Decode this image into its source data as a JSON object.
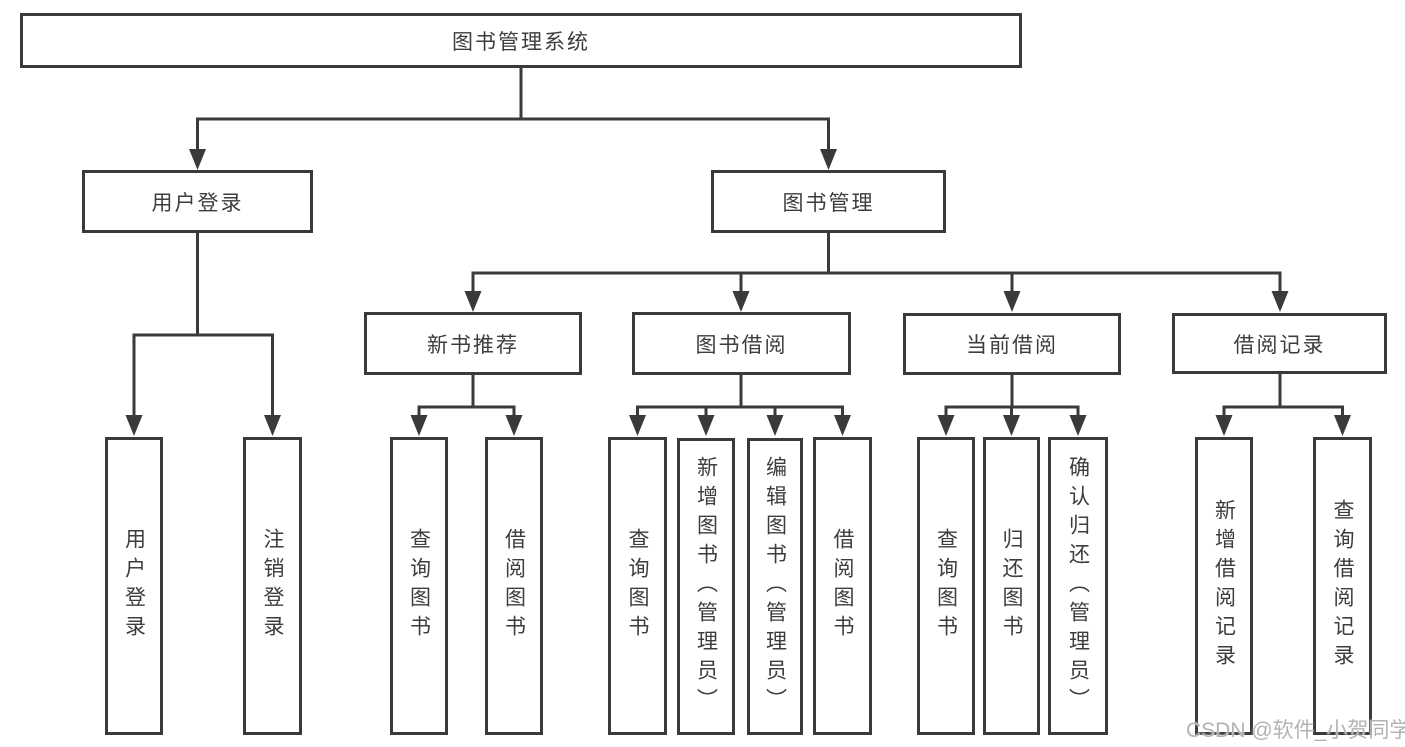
{
  "diagram_type": "tree",
  "colors": {
    "line": "#3a3a3a",
    "box_border": "#3a3a3a",
    "text": "#3d3d3d",
    "background": "#ffffff",
    "watermark": "#b3b3b3"
  },
  "tree": {
    "label": "图书管理系统",
    "children": [
      {
        "label": "用户登录",
        "children": [
          {
            "label": "用户登录"
          },
          {
            "label": "注销登录"
          }
        ]
      },
      {
        "label": "图书管理",
        "children": [
          {
            "label": "新书推荐",
            "children": [
              {
                "label": "查询图书"
              },
              {
                "label": "借阅图书"
              }
            ]
          },
          {
            "label": "图书借阅",
            "children": [
              {
                "label": "查询图书"
              },
              {
                "label": "新增图书（管理员）"
              },
              {
                "label": "编辑图书（管理员）"
              },
              {
                "label": "借阅图书"
              }
            ]
          },
          {
            "label": "当前借阅",
            "children": [
              {
                "label": "查询图书"
              },
              {
                "label": "归还图书"
              },
              {
                "label": "确认归还（管理员）"
              }
            ]
          },
          {
            "label": "借阅记录",
            "children": [
              {
                "label": "新增借阅记录"
              },
              {
                "label": "查询借阅记录"
              }
            ]
          }
        ]
      }
    ]
  },
  "watermark": {
    "text": "CSDN @软件_小贺同学"
  }
}
